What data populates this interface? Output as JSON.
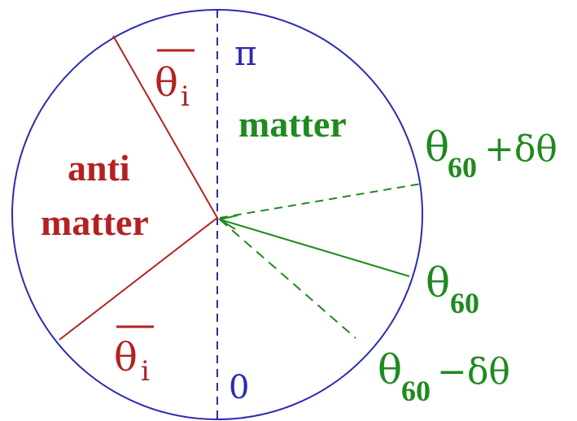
{
  "colors": {
    "circle": "#2b2bb0",
    "axis": "#2b2bb0",
    "antimatter": "#b22222",
    "matter": "#1f8a1f"
  },
  "labels": {
    "pi": "π",
    "zero": "0",
    "matter": "matter",
    "anti": "anti",
    "antimatter_word": "matter",
    "theta_i_symbol": "θ",
    "theta_i_sub": "i",
    "theta60_symbol": "θ",
    "theta60_sub": "60",
    "plus_delta": "+δθ",
    "minus_delta": "−δθ"
  }
}
